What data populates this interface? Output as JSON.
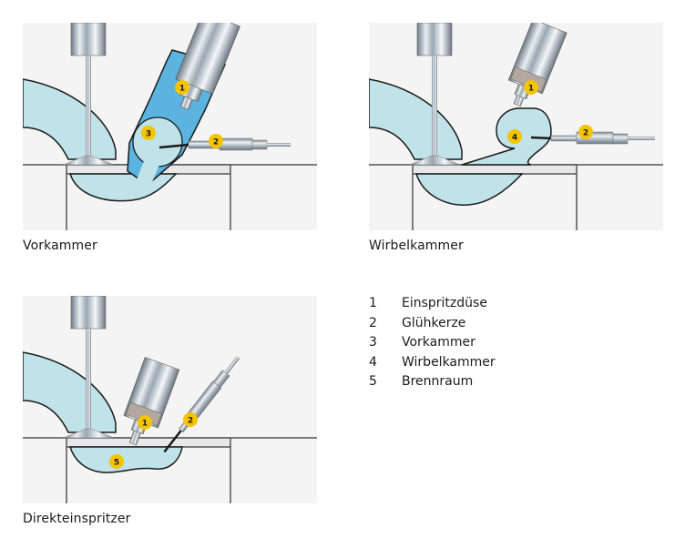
{
  "panels": [
    {
      "id": "vorkammer",
      "caption": "Vorkammer",
      "badges": [
        "1",
        "2",
        "3"
      ]
    },
    {
      "id": "wirbelkammer",
      "caption": "Wirbelkammer",
      "badges": [
        "1",
        "2",
        "4"
      ]
    },
    {
      "id": "direkteinspritzer",
      "caption": "Direkteinspritzer",
      "badges": [
        "1",
        "2",
        "5"
      ]
    }
  ],
  "legend": [
    {
      "num": "1",
      "label": "Einspritzdüse"
    },
    {
      "num": "2",
      "label": "Glühkerze"
    },
    {
      "num": "3",
      "label": "Vorkammer"
    },
    {
      "num": "4",
      "label": "Wirbelkammer"
    },
    {
      "num": "5",
      "label": "Brennraum"
    }
  ],
  "colors": {
    "panel_bg": "#f4f4f4",
    "chamber_fill": "#bfe3e8",
    "chamber_wall": "#5bb4e0",
    "badge": "#f5c400",
    "outline": "#1a1a1a",
    "metal": "#b7c0c9"
  }
}
